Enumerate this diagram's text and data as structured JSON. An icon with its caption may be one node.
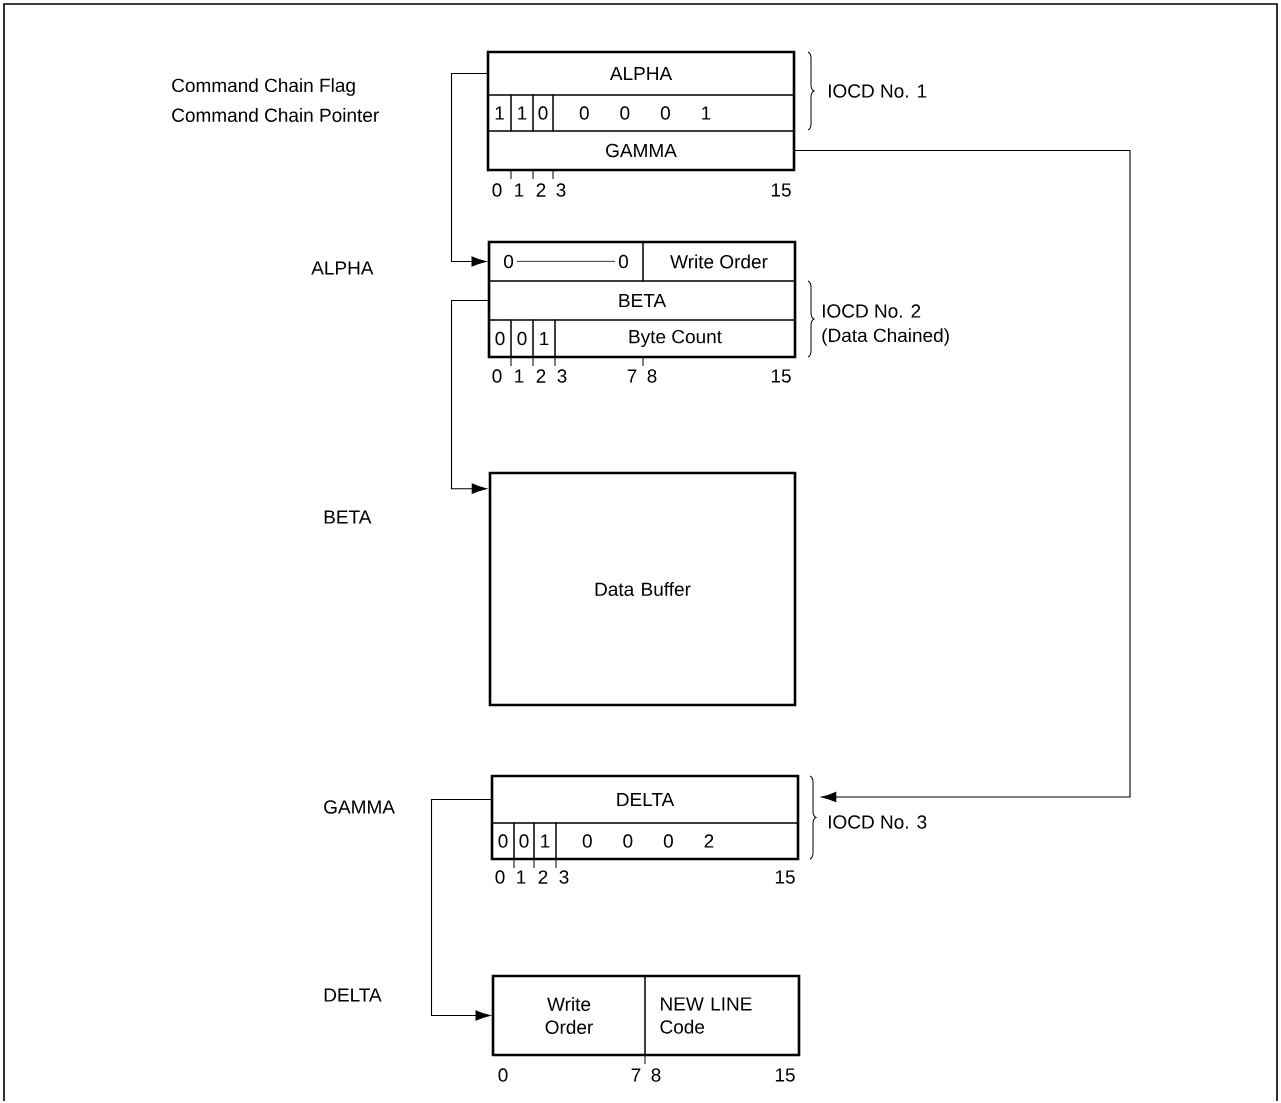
{
  "diagram": {
    "nodes": [
      {
        "text": [],
        "shape": "box",
        "beside": [
          "IOCD No. 1"
        ]
      },
      {
        "text": [
          "ALPHA"
        ],
        "in": 0
      },
      {
        "text": [
          "1"
        ],
        "in": 0
      },
      {
        "text": [
          "1"
        ],
        "in": 0
      },
      {
        "text": [
          "0"
        ],
        "in": 0
      },
      {
        "text": [
          "0 0 0 1"
        ],
        "in": 0
      },
      {
        "text": [
          "GAMMA"
        ],
        "in": 0
      },
      {
        "text": [],
        "shape": "box",
        "beside": [
          "IOCD No. 2",
          "(Data Chained)"
        ]
      },
      {
        "text": [
          "0",
          "0"
        ],
        "in": 7
      },
      {
        "text": [
          "Write Order"
        ],
        "in": 7
      },
      {
        "text": [
          "BETA"
        ],
        "in": 7
      },
      {
        "text": [
          "0"
        ],
        "in": 7
      },
      {
        "text": [
          "0"
        ],
        "in": 7
      },
      {
        "text": [
          "1"
        ],
        "in": 7
      },
      {
        "text": [
          "Byte Count"
        ],
        "in": 7
      },
      {
        "text": [
          "Data Buffer"
        ]
      },
      {
        "text": [],
        "shape": "box",
        "beside": [
          "IOCD No. 3"
        ]
      },
      {
        "text": [
          "DELTA"
        ],
        "in": 16
      },
      {
        "text": [
          "0"
        ],
        "in": 16
      },
      {
        "text": [
          "0"
        ],
        "in": 16
      },
      {
        "text": [
          "1"
        ],
        "in": 16
      },
      {
        "text": [
          "0 0 0 2"
        ],
        "in": 16
      },
      {
        "text": [],
        "shape": "box"
      },
      {
        "text": [
          "Write Order"
        ],
        "in": 22
      },
      {
        "text": [
          "NEW LINE Code"
        ],
        "in": 22
      }
    ],
    "edges": [
      {
        "from": 1,
        "to": 8,
        "arrow": "to"
      },
      {
        "from": 10,
        "to": 15,
        "arrow": "to"
      },
      {
        "from": 6,
        "to": 16,
        "arrow": "to"
      },
      {
        "from": 17,
        "to": 23,
        "arrow": "to"
      }
    ],
    "labels": [
      "Command Chain Flag",
      "Command Chain Pointer",
      "0",
      "1",
      "2",
      "3",
      "15",
      "ALPHA",
      "0",
      "1",
      "2",
      "3",
      "7",
      "8",
      "15",
      "BETA",
      "GAMMA",
      "0",
      "1",
      "2",
      "3",
      "15",
      "DELTA",
      "0",
      "7",
      "8",
      "15"
    ]
  }
}
